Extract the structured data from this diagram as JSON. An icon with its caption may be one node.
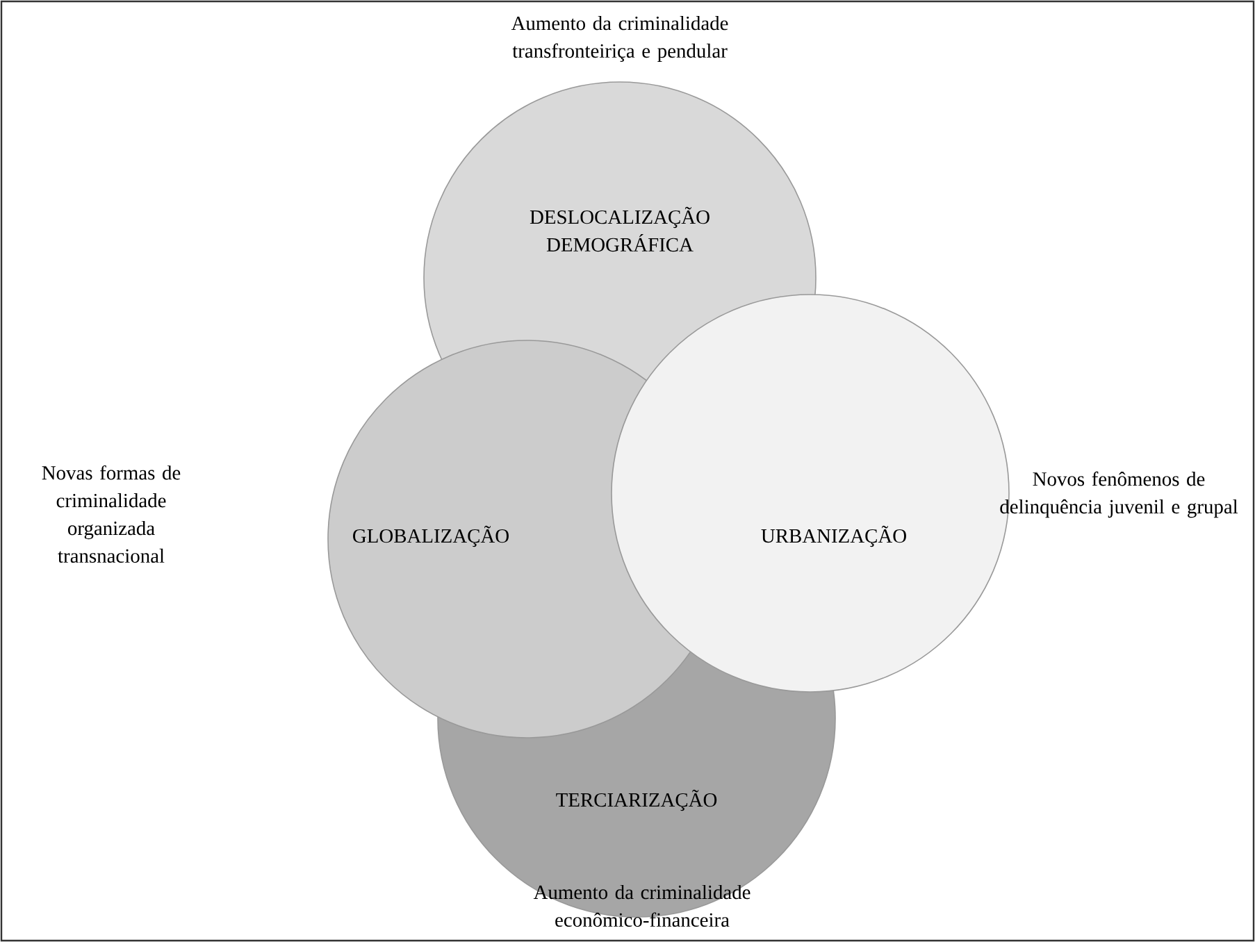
{
  "diagram": {
    "nodes": [
      {
        "text": [
          "DESLOCALIZAÇÃO DEMOGRÁFICA"
        ]
      },
      {
        "text": [
          "GLOBALIZAÇÃO"
        ]
      },
      {
        "text": [
          "URBANIZAÇÃO"
        ]
      },
      {
        "text": [
          "TERCIARIZAÇÃO"
        ]
      }
    ],
    "labels": [
      "Aumento da criminalidade transfronteiriça e pendular",
      "Novas formas de criminalidade organizada transnacional",
      "Novos fenômenos de delinquência juvenil e grupal",
      "Aumento da criminalidade econômico-financeira"
    ]
  }
}
